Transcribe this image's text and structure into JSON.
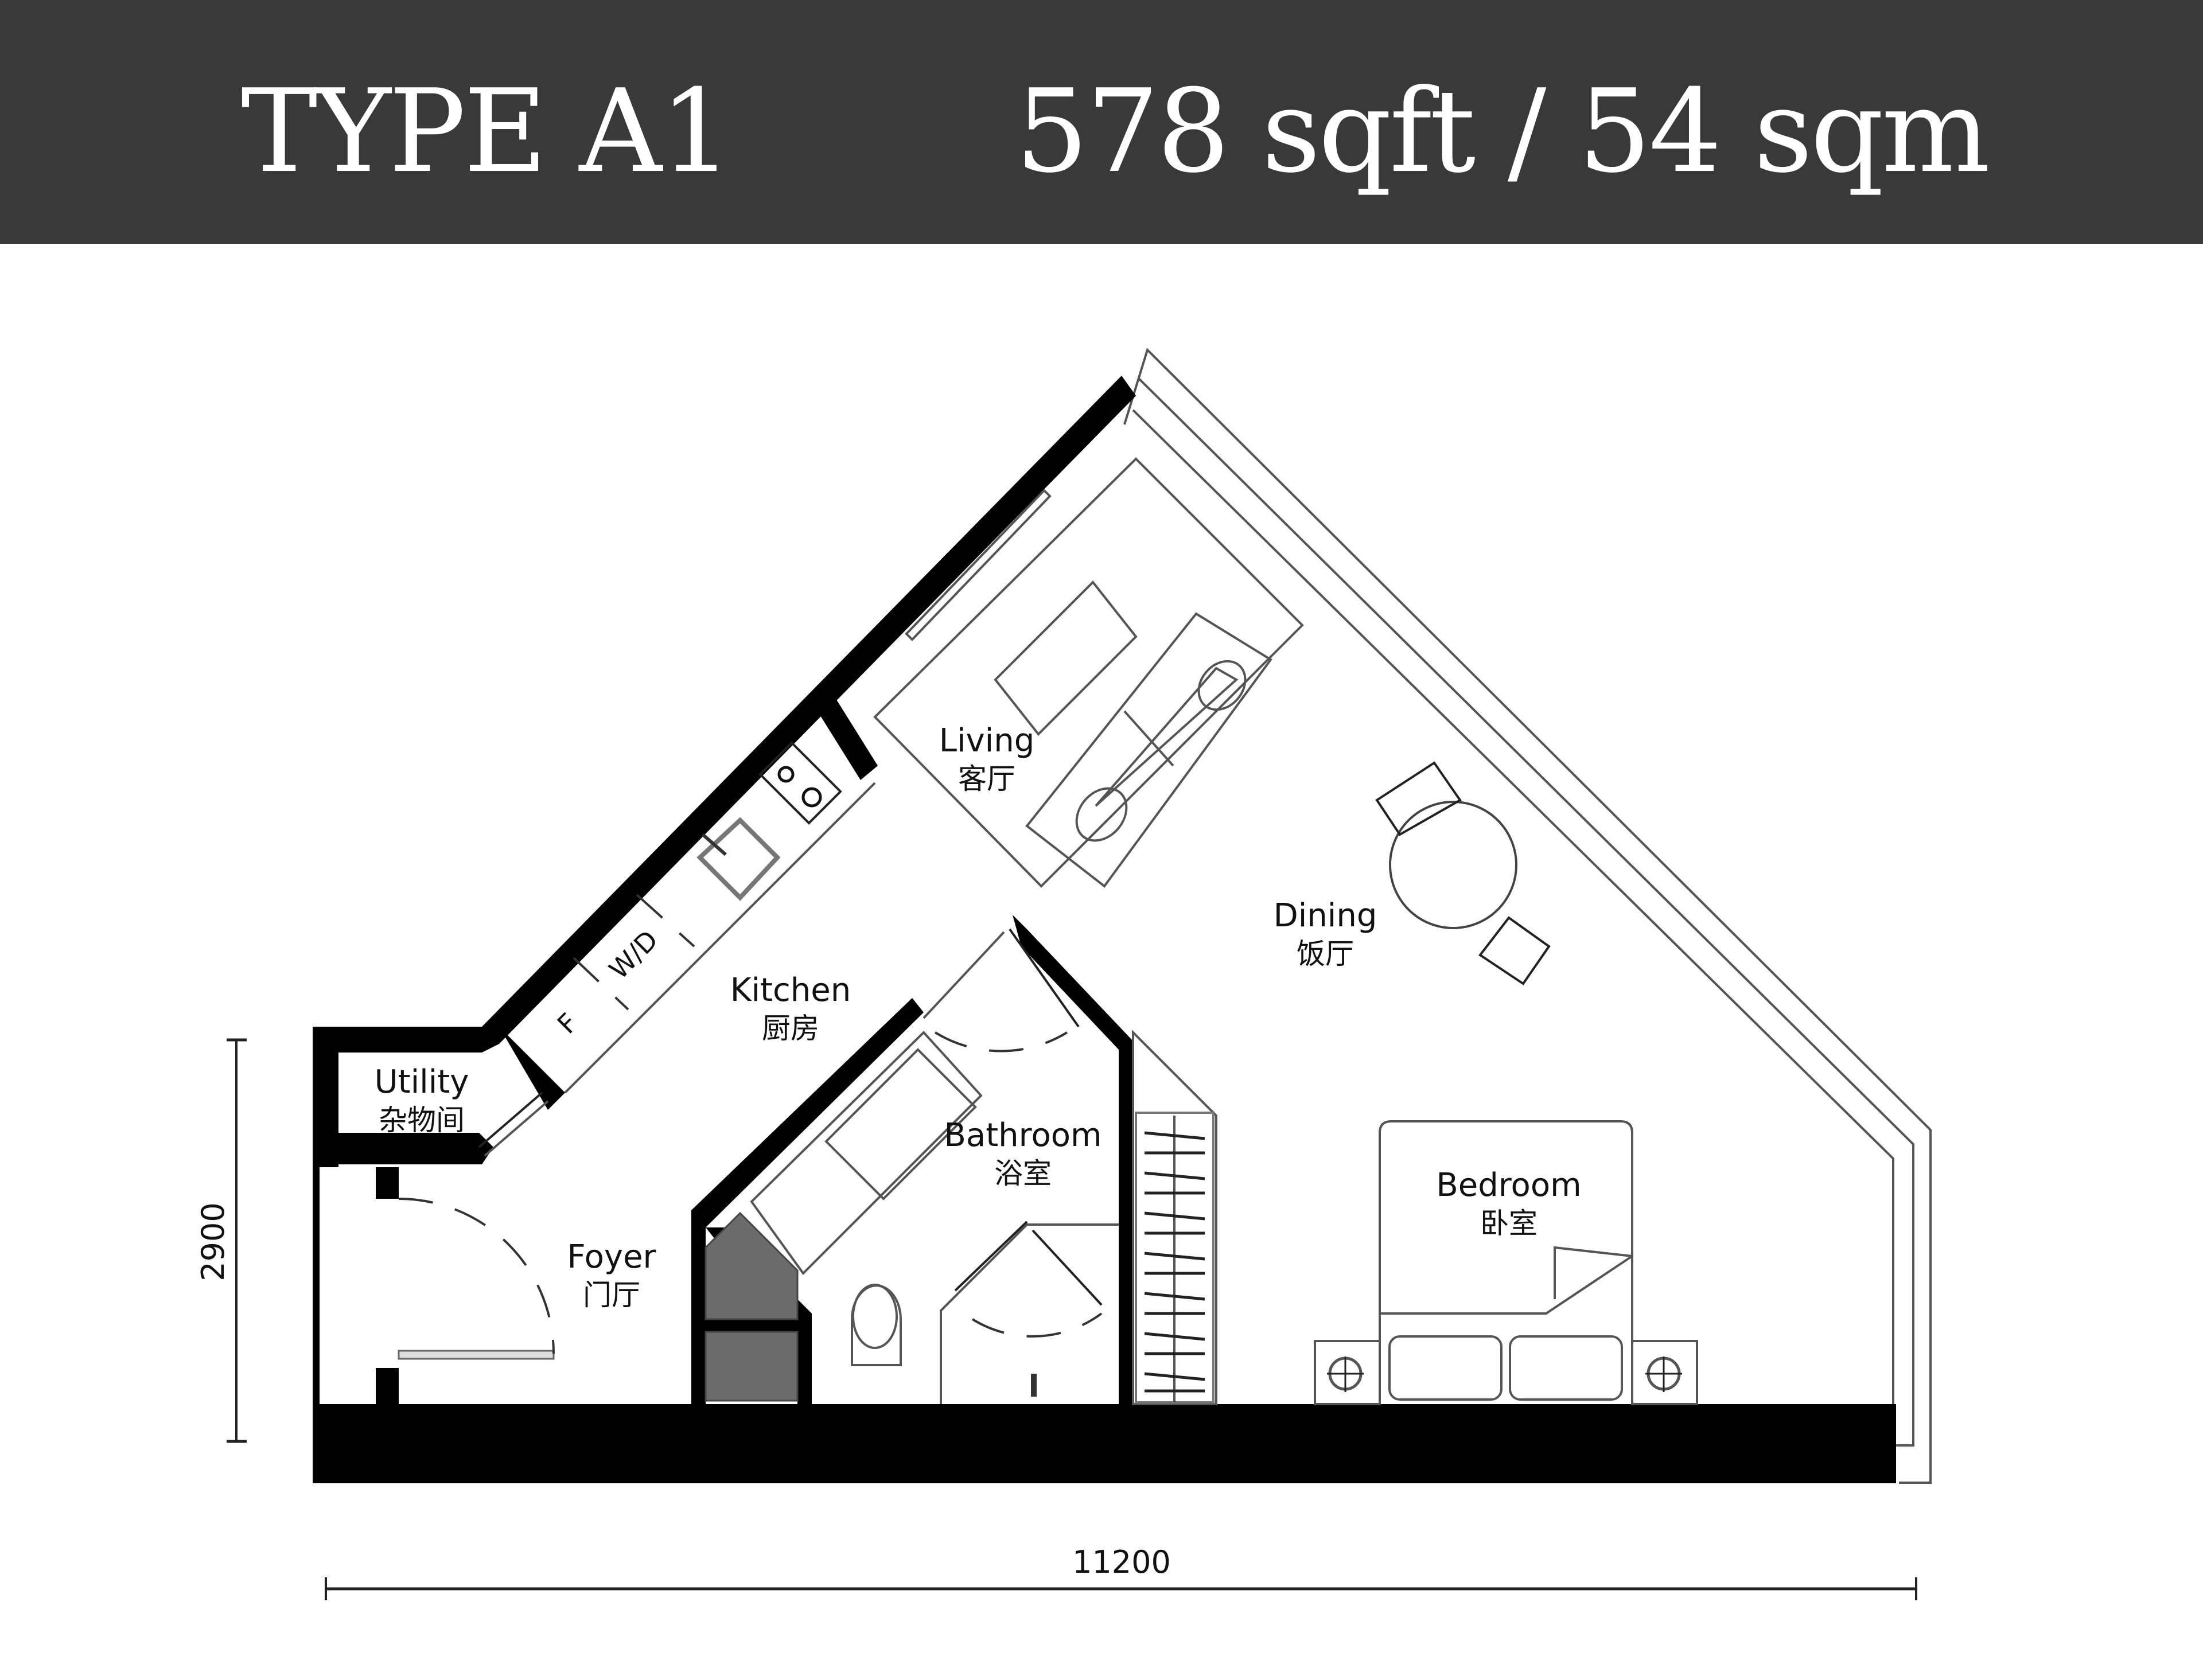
{
  "header": {
    "unit_type": "TYPE A1",
    "area": "578 sqft / 54 sqm",
    "background_color": "#383938",
    "text_color": "#ffffff"
  },
  "rooms": {
    "living": {
      "en": "Living",
      "cn": "客厅"
    },
    "dining": {
      "en": "Dining",
      "cn": "饭厅"
    },
    "kitchen": {
      "en": "Kitchen",
      "cn": "厨房"
    },
    "utility": {
      "en": "Utility",
      "cn": "杂物间"
    },
    "bathroom": {
      "en": "Bathroom",
      "cn": "浴室"
    },
    "foyer": {
      "en": "Foyer",
      "cn": "门厅"
    },
    "bedroom": {
      "en": "Bedroom",
      "cn": "卧室"
    }
  },
  "fixtures": {
    "fridge_label": "F",
    "washer_dryer_label": "W/D"
  },
  "dimensions": {
    "width": "11200",
    "height": "2900"
  },
  "icons": {
    "stove": "stove-icon",
    "sink": "sink-icon",
    "toilet": "toilet-icon",
    "bed": "bed-icon",
    "sofa": "sofa-icon",
    "dining_table": "dining-table-icon",
    "wardrobe": "wardrobe-icon",
    "lamp": "lamp-icon"
  }
}
